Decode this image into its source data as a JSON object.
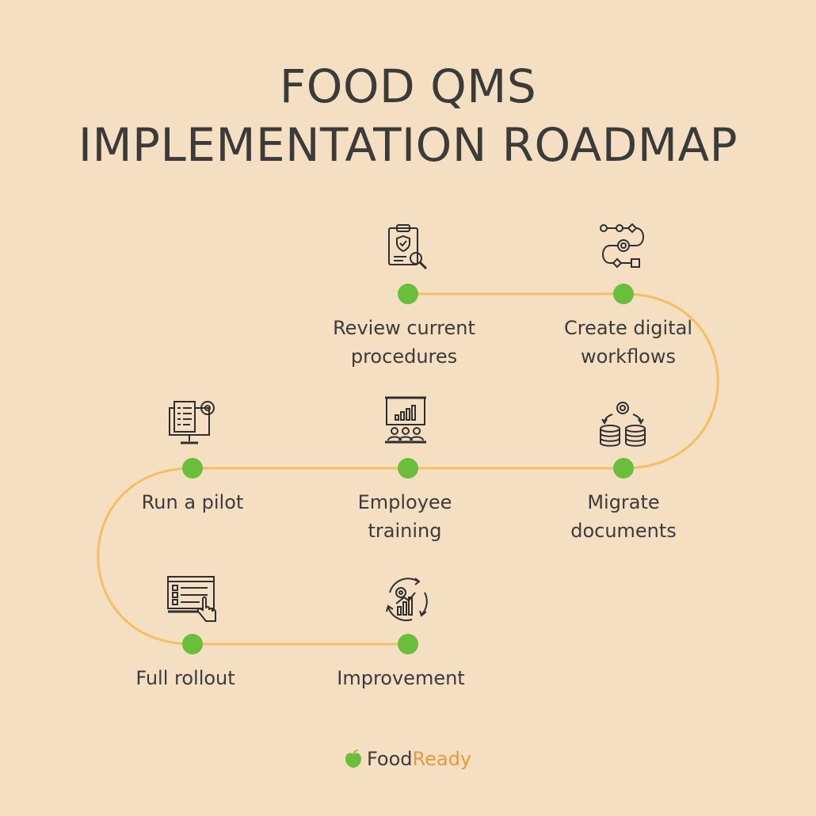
{
  "title": {
    "line1": "FOOD QMS",
    "line2": "IMPLEMENTATION ROADMAP"
  },
  "colors": {
    "background": "#f5dfc3",
    "path": "#f6bf5e",
    "node": "#6abf3a",
    "text": "#3b3b39",
    "brand_accent": "#e89a3a"
  },
  "steps": [
    {
      "label_lines": [
        "Review current",
        "procedures"
      ],
      "icon": "clipboard-search-icon"
    },
    {
      "label_lines": [
        "Create digital",
        "workflows"
      ],
      "icon": "workflow-gear-icon"
    },
    {
      "label_lines": [
        "Migrate",
        "documents"
      ],
      "icon": "database-migrate-icon"
    },
    {
      "label_lines": [
        "Employee",
        "training"
      ],
      "icon": "presentation-training-icon"
    },
    {
      "label_lines": [
        "Run a pilot"
      ],
      "icon": "monitor-pilot-icon"
    },
    {
      "label_lines": [
        "Full rollout"
      ],
      "icon": "checklist-click-icon"
    },
    {
      "label_lines": [
        "Improvement"
      ],
      "icon": "improvement-cycle-icon"
    }
  ],
  "brand": {
    "part1": "Food",
    "part2": "Ready",
    "icon": "apple-logo-icon"
  }
}
